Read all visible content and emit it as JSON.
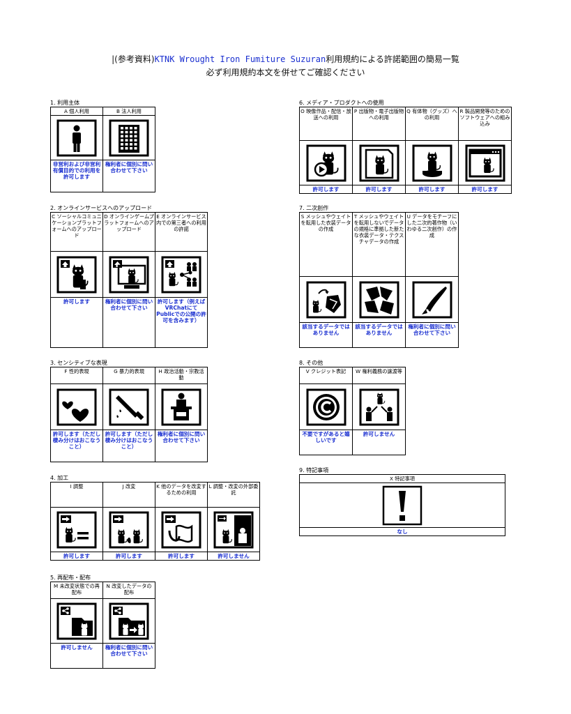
{
  "header": {
    "line1_prefix": "|(参考資料)",
    "line1_product": "KTNK Wrought Iron Fumiture Suzuran",
    "line1_suffix": "利用規約による許諾範囲の簡易一覧",
    "line2": "必ず利用規約本文を併せてご確認ください"
  },
  "colors": {
    "result_text": "#1a2fd0",
    "border": "#000000"
  },
  "sections": {
    "s1": {
      "title": "1. 利用主体",
      "cells": [
        {
          "label": "A 個人利用",
          "icon": "person-icon",
          "result": "非営利および非営利有償目的での利用を許可します"
        },
        {
          "label": "B 法人利用",
          "icon": "building-icon",
          "result": "権利者に個別に問い合わせて下さい"
        }
      ]
    },
    "s2": {
      "title": "2. オンラインサービスへのアップロード",
      "cells": [
        {
          "label": "C ソーシャルコミュニケーションプラットフォームへのアップロード",
          "icon": "upload-cat-icon",
          "result": "許可します"
        },
        {
          "label": "D オンラインゲームプラットフォームへのアップロード",
          "icon": "upload-monitor-icon",
          "result": "権利者に個別に問い合わせて下さい"
        },
        {
          "label": "E オンラインサービス内での第三者への利用の許諾",
          "icon": "upload-share-icon",
          "result": "許可します（例えばVRChatにてPublicでの公開の許可を含みます）"
        }
      ]
    },
    "s3": {
      "title": "3. センシティブな表現",
      "cells": [
        {
          "label": "F 性的表現",
          "icon": "hearts-icon",
          "result": "許可します（ただし棲み分けはおこなうこと）"
        },
        {
          "label": "G 暴力的表現",
          "icon": "knife-icon",
          "result": "許可します（ただし棲み分けはおこなうこと）"
        },
        {
          "label": "H 政治活動・宗教活動",
          "icon": "podium-icon",
          "result": "権利者に個別に問い合わせて下さい"
        }
      ]
    },
    "s4": {
      "title": "4. 加工",
      "cells": [
        {
          "label": "I 調整",
          "icon": "adjust-icon",
          "result": "許可します"
        },
        {
          "label": "J 改変",
          "icon": "modify-icon",
          "result": "許可します"
        },
        {
          "label": "K 他のデータを改変するための利用",
          "icon": "modify-other-icon",
          "result": "許可します"
        },
        {
          "label": "L 調整・改変の外部委託",
          "icon": "outsource-icon",
          "result": "許可しません"
        }
      ]
    },
    "s5": {
      "title": "5. 再配布・配布",
      "cells": [
        {
          "label": "M 未改変状態での再配布",
          "icon": "redistribute-icon",
          "result": "許可しません"
        },
        {
          "label": "N 改変したデータの配布",
          "icon": "distribute-modified-icon",
          "result": "権利者に個別に問い合わせて下さい"
        }
      ]
    },
    "s6": {
      "title": "6. メディア・プロダクトへの使用",
      "cells": [
        {
          "label": "O 映像作品・配信・放送への利用",
          "icon": "video-icon",
          "result": "許可します"
        },
        {
          "label": "P 出版物・電子出版物への利用",
          "icon": "publication-icon",
          "result": "許可します"
        },
        {
          "label": "Q 有体物（グッズ）への利用",
          "icon": "goods-icon",
          "result": "許可します"
        },
        {
          "label": "R 製品開発等のためのソフトウェアへの組み込み",
          "icon": "software-icon",
          "result": "許可します"
        }
      ]
    },
    "s7": {
      "title": "7. 二次創作",
      "cells": [
        {
          "label": "S メッシュやウェイトを転用した衣装データの作成",
          "icon": "mesh-reuse-icon",
          "result": "該当するデータではありません"
        },
        {
          "label": "T メッシュやウェイトを転用しないでデータの規格に準拠した新たな衣装データ・テクスチャデータの作成",
          "icon": "new-outfit-icon",
          "result": "該当するデータではありません"
        },
        {
          "label": "U データをモチーフにした二次的著作物（いわゆる二次創作）の作成",
          "icon": "pen-icon",
          "result": "権利者に個別に問い合わせて下さい"
        }
      ]
    },
    "s8": {
      "title": "8. その他",
      "cells": [
        {
          "label": "V クレジット表記",
          "icon": "copyright-icon",
          "result": "不要ですがあると嬉しいです"
        },
        {
          "label": "W 権利義務の譲渡等",
          "icon": "transfer-icon",
          "result": "許可しません"
        }
      ]
    },
    "s9": {
      "title": "9. 特記事項",
      "cells": [
        {
          "label": "X 特記事項",
          "icon": "exclamation-icon",
          "result": "なし"
        }
      ]
    }
  }
}
